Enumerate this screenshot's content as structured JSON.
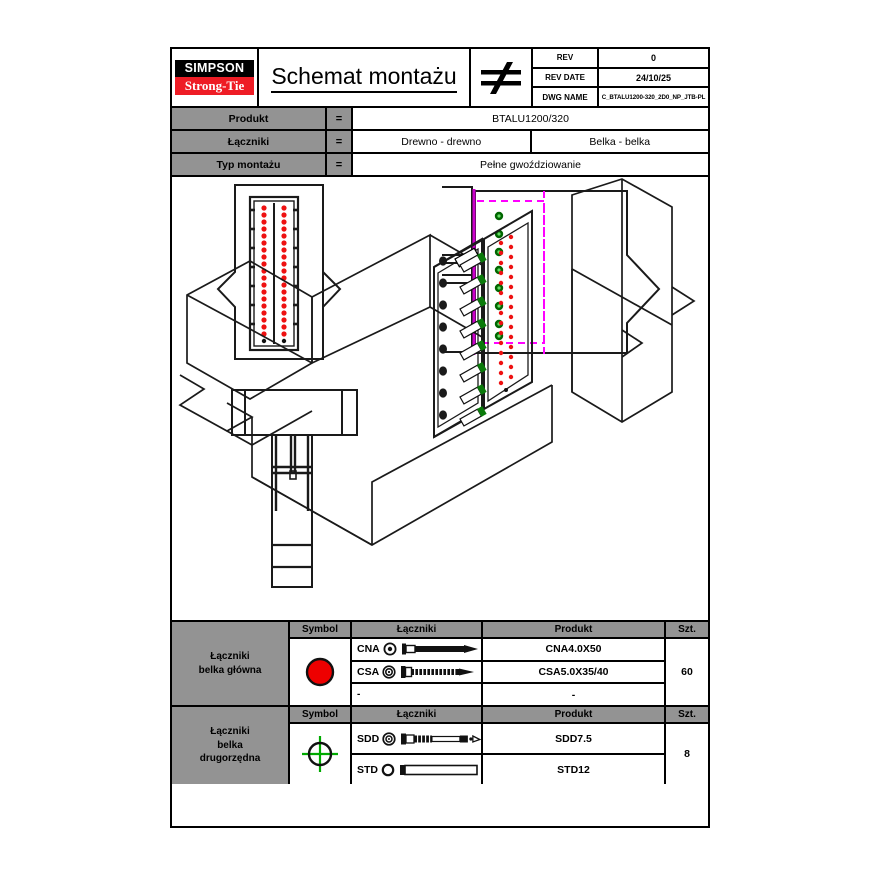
{
  "titleblock": {
    "logo_line1": "SIMPSON",
    "logo_line2": "Strong-Tie",
    "title": "Schemat montażu",
    "projection_symbol": "≠",
    "rev_label": "REV",
    "rev_value": "0",
    "rev_date_label": "REV DATE",
    "rev_date_value": "24/10/25",
    "dwg_name_label": "DWG NAME",
    "dwg_name_value": "C_BTALU1200-320_2D0_NP_JTB-PL"
  },
  "info": {
    "rows": [
      {
        "label": "Produkt",
        "eq": "=",
        "value": "BTALU1200/320"
      },
      {
        "label": "Łączniki",
        "eq": "=",
        "value_left": "Drewno - drewno",
        "value_right": "Belka - belka"
      },
      {
        "label": "Typ montażu",
        "eq": "=",
        "value": "Pełne gwoździowanie"
      }
    ]
  },
  "tables": [
    {
      "name": "Łączniki\nbelka główna",
      "name_line1": "Łączniki",
      "name_line2": "belka główna",
      "headers": {
        "symbol": "Symbol",
        "fastener": "Łączniki",
        "product": "Produkt",
        "qty": "Szt."
      },
      "symbol_kind": "red-circle",
      "symbol_color": "#ee0000",
      "qty": "60",
      "rows": [
        {
          "code": "CNA",
          "icon": "nail-icon",
          "product": "CNA4.0X50"
        },
        {
          "code": "CSA",
          "icon": "screw-icon",
          "product": "CSA5.0X35/40"
        },
        {
          "code": "-",
          "icon": "none",
          "product": "-"
        }
      ]
    },
    {
      "name_line1": "Łączniki",
      "name_line2": "belka",
      "name_line3": "drugorzędna",
      "headers": {
        "symbol": "Symbol",
        "fastener": "Łączniki",
        "product": "Produkt",
        "qty": "Szt."
      },
      "symbol_kind": "green-crosshair",
      "symbol_color": "#00aa00",
      "qty": "8",
      "rows": [
        {
          "code": "SDD",
          "icon": "dowel-screw-icon",
          "product": "SDD7.5"
        },
        {
          "code": "STD",
          "icon": "rod-icon",
          "product": "STD12"
        }
      ]
    }
  ],
  "drawings": {
    "view_front": {
      "nail_dot_color": "#ee1111",
      "nail_rows": 21,
      "nail_cols": 2
    },
    "view_side": {
      "screw_dot_color": "#008800",
      "screw_count": 8,
      "dash_color": "#ff00ff",
      "edge_color": "#cc00cc"
    },
    "view_top": {},
    "view_iso": {
      "nail_dot_color": "#ee1111",
      "screw_color": "#007700"
    }
  },
  "colors": {
    "header_gray": "#939393",
    "brand_red": "#ee1c25",
    "line_black": "#1a1a1a",
    "magenta": "#ff00ff",
    "green": "#009900"
  }
}
